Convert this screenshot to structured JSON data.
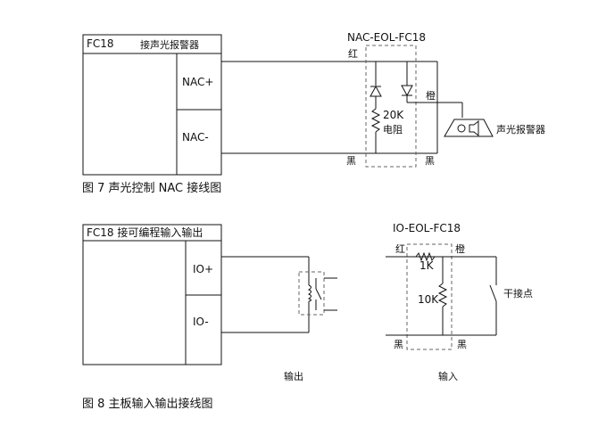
{
  "fig7": {
    "panel_title": "FC18",
    "panel_subtitle": "接声光报警器",
    "terminal_plus": "NAC+",
    "terminal_minus": "NAC-",
    "eol_title": "NAC-EOL-FC18",
    "wire_red": "红",
    "wire_orange": "橙",
    "wire_black_left": "黑",
    "wire_black_right": "黑",
    "resistor_value": "20K",
    "resistor_name": "电阻",
    "alarm_device": "声光报警器",
    "caption": "图 7 声光控制 NAC 接线图"
  },
  "fig8": {
    "panel_title": "FC18 接可编程输入输出",
    "terminal_plus": "IO+",
    "terminal_minus": "IO-",
    "eol_title": "IO-EOL-FC18",
    "wire_red": "红",
    "wire_orange": "橙",
    "wire_black_left": "黑",
    "wire_black_right": "黑",
    "r1": "1K",
    "r2": "10K",
    "dry_contact": "干接点",
    "output_label": "输出",
    "input_label": "输入",
    "caption": "图 8 主板输入输出接线图"
  }
}
